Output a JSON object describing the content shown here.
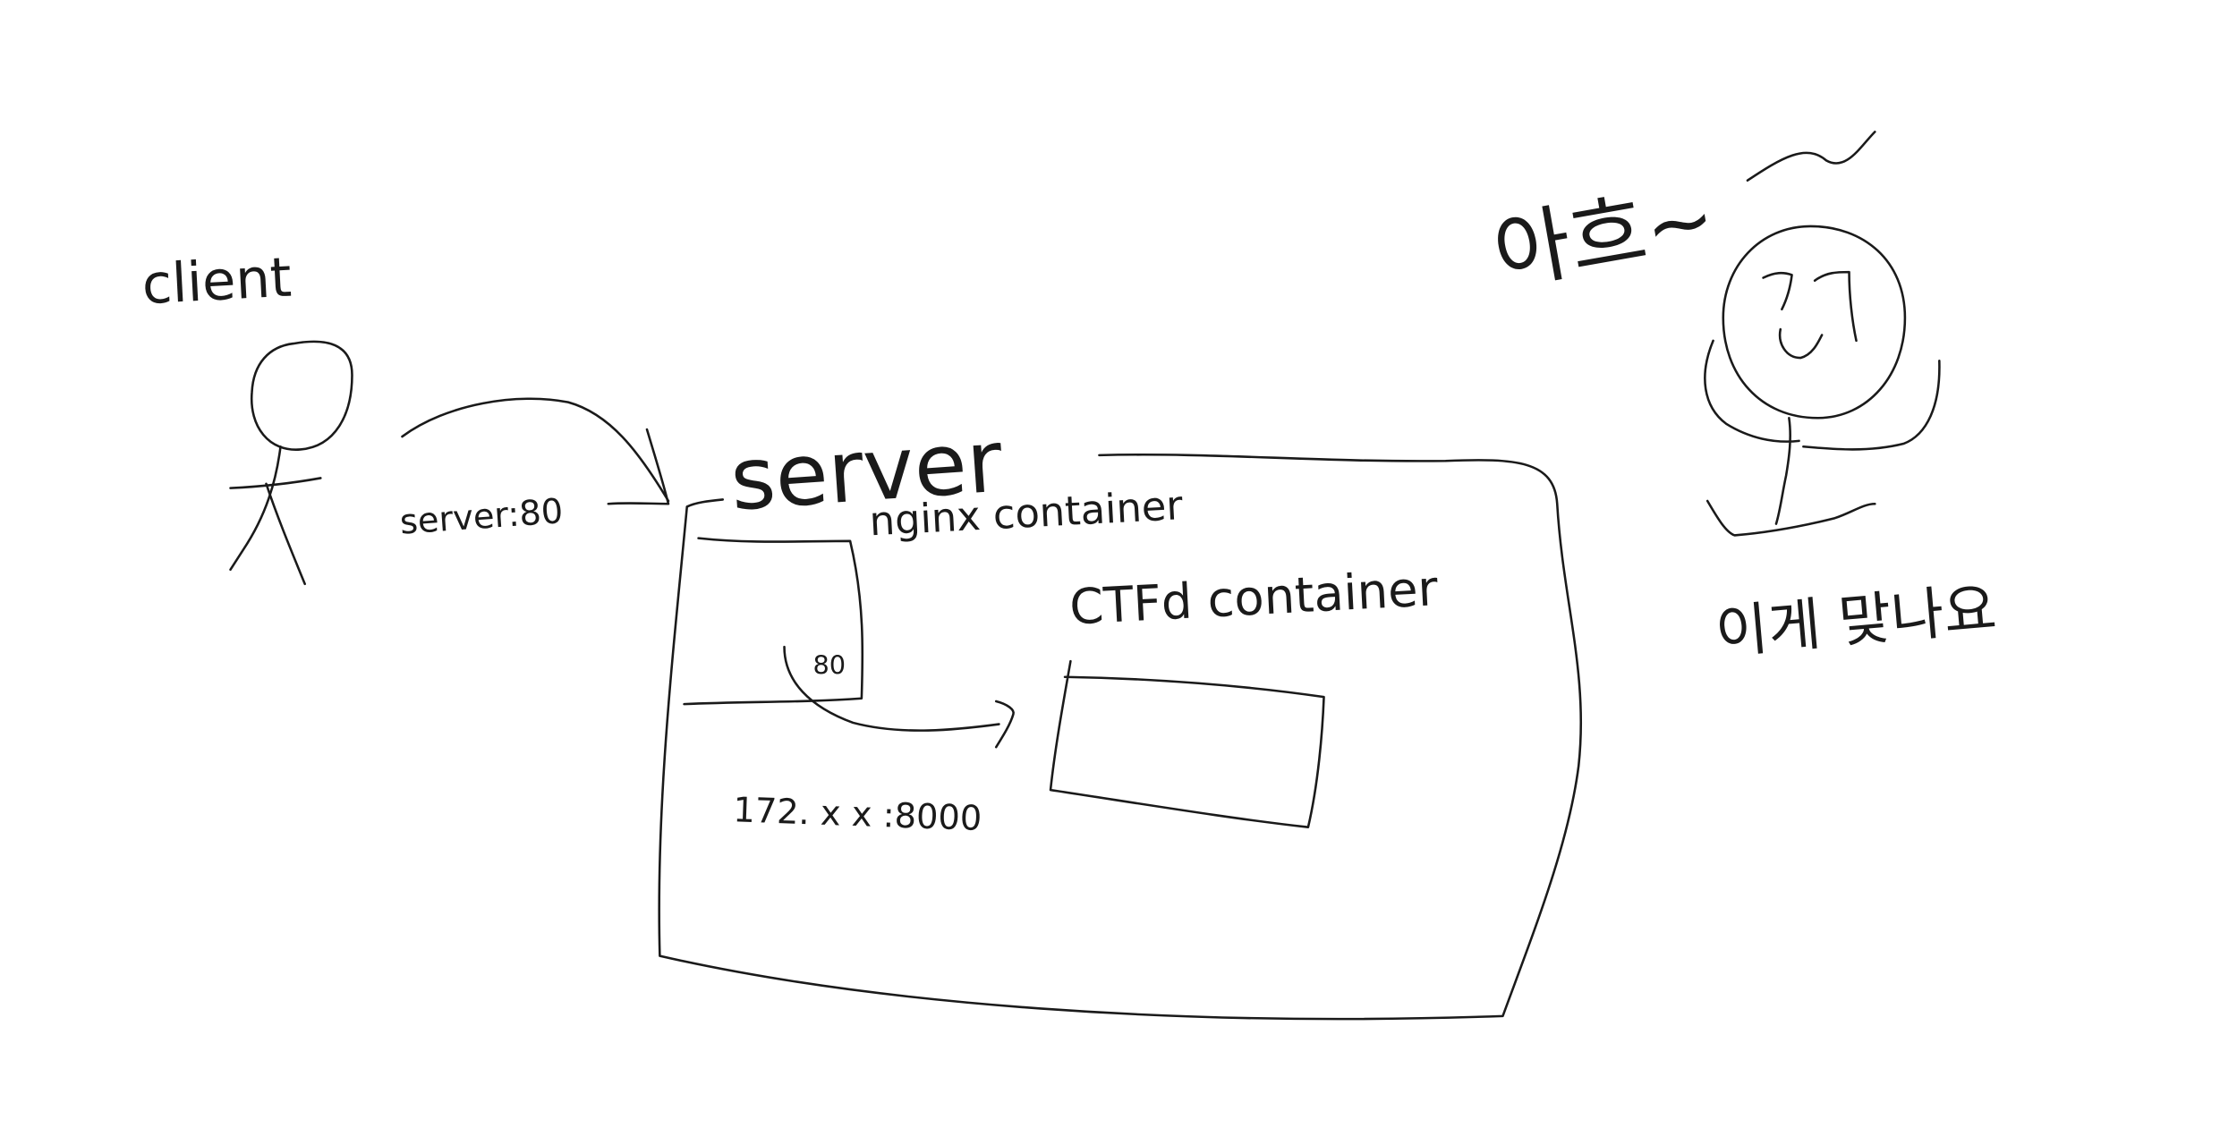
{
  "diagram": {
    "labels": {
      "client": "client",
      "request": "server:80",
      "server": "server",
      "nginx": "nginx container",
      "nginx_port": "80",
      "ctfd": "CTFd container",
      "ctfd_addr": "172. x x :8000",
      "annotation_top": "아흐~",
      "annotation_bottom": "이게 맞나요"
    },
    "colors": {
      "ink": "#1a1a1a",
      "background": "#ffffff"
    }
  }
}
